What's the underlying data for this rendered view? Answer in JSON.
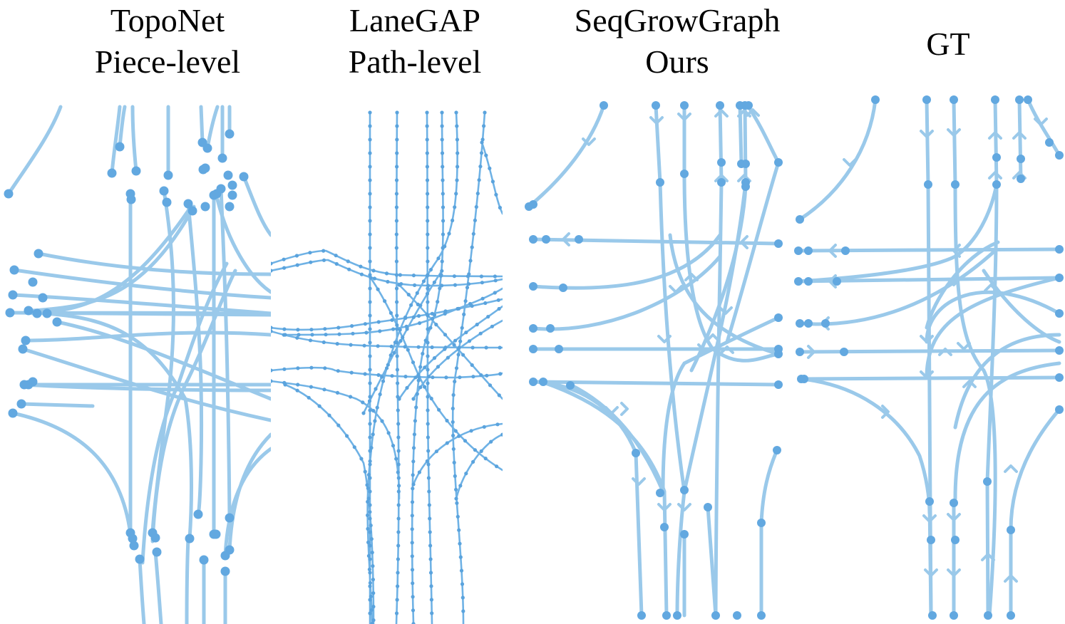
{
  "colors": {
    "lane": "#9ac9ea",
    "node": "#62a8e0",
    "background": "#ffffff"
  },
  "panels": [
    {
      "id": "toponet",
      "title": "TopoNet",
      "subtitle": "Piece-level"
    },
    {
      "id": "lanegap",
      "title": "LaneGAP",
      "subtitle": "Path-level"
    },
    {
      "id": "seqgrowgraph",
      "title": "SeqGrowGraph",
      "subtitle": "Ours"
    },
    {
      "id": "gt",
      "title": "GT",
      "subtitle": ""
    }
  ]
}
